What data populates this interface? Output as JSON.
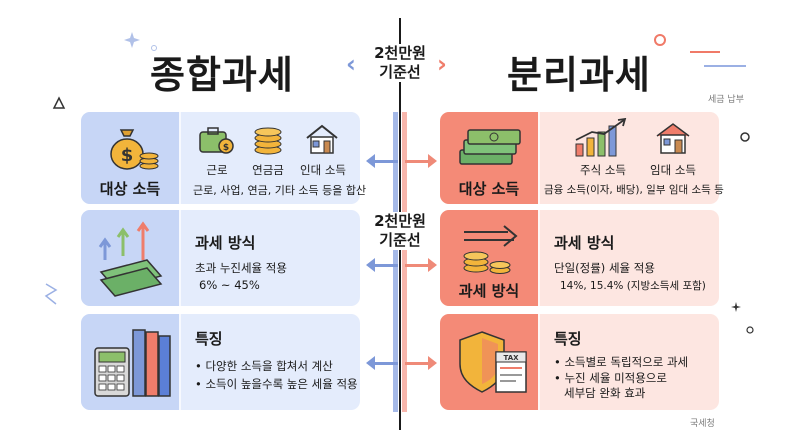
{
  "titles": {
    "left": "종합과세",
    "right": "분리과세"
  },
  "center": {
    "top_line1": "2천만원",
    "top_line2": "기준선",
    "mid_line1": "2천만원",
    "mid_line2": "기준선"
  },
  "notes": {
    "top_right": "세금 납부",
    "bottom_right": "국세청"
  },
  "left": {
    "target": {
      "label": "대상 소득",
      "icons": [
        "근로",
        "연금금",
        "인대 소득"
      ],
      "desc": "근로, 사업, 연금, 기타 소득 등을 합산"
    },
    "method": {
      "heading": "과세 방식",
      "line1": "초과 누진세율 적용",
      "line2": "6% ~ 45%"
    },
    "feature": {
      "heading": "특징",
      "line1": "• 다양한 소득을 합쳐서 계산",
      "line2": "• 소득이 높을수록 높은 세율 적용"
    }
  },
  "right": {
    "target": {
      "label": "대상 소득",
      "icons": [
        "주식 소득",
        "임대 소득"
      ],
      "desc": "금융 소득(이자, 배당), 일부 임대 소득 등"
    },
    "method": {
      "label": "과세 방식",
      "heading": "과세 방식",
      "line1": "단일(정률) 세율 적용",
      "line2": "14%, 15.4% (지방소득세 포함)"
    },
    "feature": {
      "heading": "특징",
      "line1": "• 소득별로 독립적으로 과세",
      "line2": "• 누진 세율 미적용으로",
      "line3": "세부담 완화 효과",
      "tax_doc": "TAX"
    }
  }
}
